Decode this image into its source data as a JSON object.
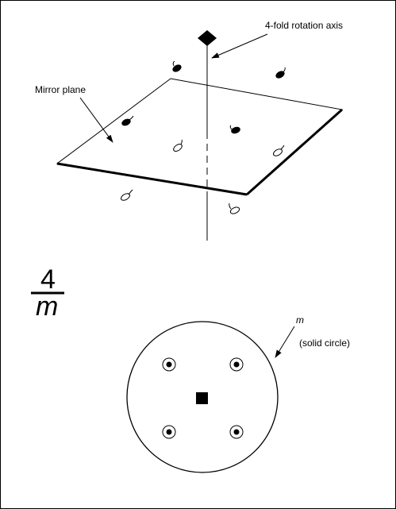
{
  "labels": {
    "rotation_axis": "4-fold rotation axis",
    "mirror_plane": "Mirror plane",
    "symbol_numerator": "4",
    "symbol_denominator": "m",
    "stereonet_m": "m",
    "stereonet_note": "(solid circle)"
  },
  "colors": {
    "ink": "#000000",
    "paper": "#ffffff"
  }
}
